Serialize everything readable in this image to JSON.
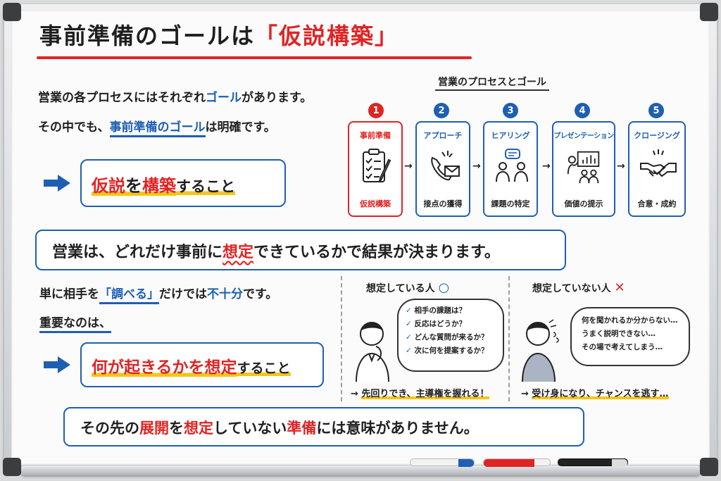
{
  "title": {
    "prefix": "事前準備のゴールは",
    "highlight": "「仮説構築」"
  },
  "intro": {
    "line1_a": "営業の各プロセスにはそれぞれ",
    "line1_b": "ゴール",
    "line1_c": "があります。",
    "line2_a": "その中でも、",
    "line2_b": "事前準備のゴール",
    "line2_c": "は明確です。"
  },
  "goal_box": {
    "p1": "仮説",
    "p2": "を",
    "p3": "構築",
    "p4": "すること"
  },
  "process": {
    "title": "営業のプロセスとゴール",
    "steps": [
      {
        "num": "1",
        "top": "事前準備",
        "bottom": "仮説構築",
        "icon": "clipboard-checklist-icon"
      },
      {
        "num": "2",
        "top": "アプローチ",
        "bottom": "接点の獲得",
        "icon": "phone-mail-icon"
      },
      {
        "num": "3",
        "top": "ヒアリング",
        "bottom": "課題の特定",
        "icon": "conversation-icon"
      },
      {
        "num": "4",
        "top": "プレゼンテーション",
        "bottom": "価値の提示",
        "icon": "presentation-board-icon"
      },
      {
        "num": "5",
        "top": "クロージング",
        "bottom": "合意・成約",
        "icon": "handshake-icon"
      }
    ],
    "arrow": "→"
  },
  "banner1": {
    "a": "営業は、どれだけ事前に",
    "b": "想定",
    "c": "できているかで結果が決まります。"
  },
  "mid": {
    "l1_a": "単に相手を",
    "l1_b": "「調べる」",
    "l1_c": "だけでは",
    "l1_d": "不十分",
    "l1_e": "です。",
    "l2": "重要なのは、"
  },
  "goal_box2": {
    "a": "何が起きるかを",
    "b": "想定",
    "c": "すること"
  },
  "good": {
    "title": "想定している人",
    "mark": "○",
    "items": [
      "相手の課題は？",
      "反応はどうか？",
      "どんな質問が来るか？",
      "次に何を提案するか？"
    ],
    "result_a": "→ ",
    "result_b": "先回りでき、",
    "result_c": "主導権を握れる！"
  },
  "bad": {
    "title": "想定していない人",
    "mark": "✕",
    "items": [
      "何を聞かれるか分からない…",
      "うまく説明できない…",
      "その場で考えてしまう…"
    ],
    "result_a": "→ ",
    "result_b": "受け身になり、",
    "result_c": "チャンスを逃す…"
  },
  "banner2": {
    "a": "その先の",
    "b": "展開",
    "c": "を",
    "d": "想定",
    "e": "していない",
    "f": "準備",
    "g": "には意味がありません。"
  },
  "colors": {
    "red": "#e02424",
    "blue": "#1e5fb3",
    "yellow": "#f5c518"
  }
}
